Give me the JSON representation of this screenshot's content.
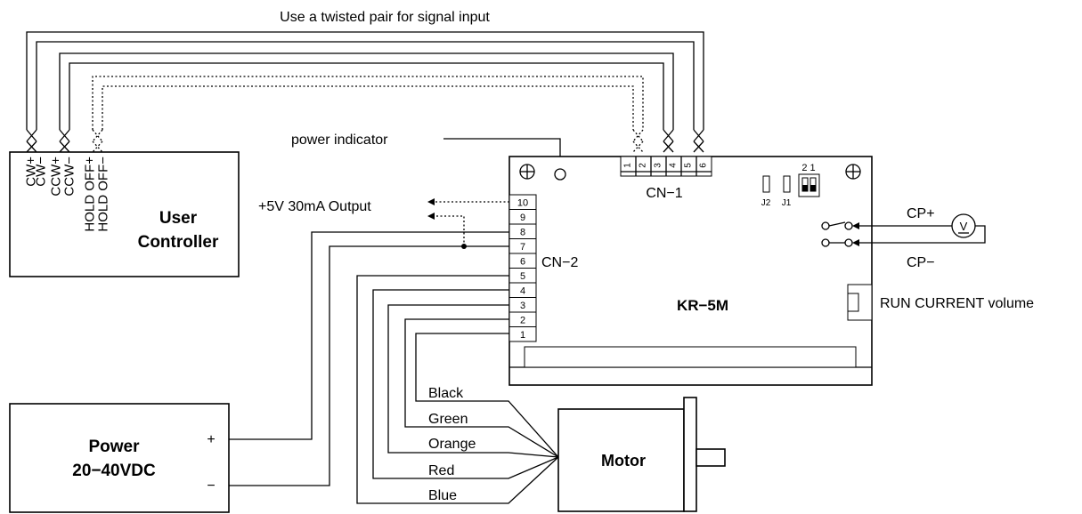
{
  "title": "Use a twisted pair for signal input",
  "user_controller": {
    "label_line1": "User",
    "label_line2": "Controller",
    "terminals": [
      "CW+",
      "CW−",
      "CCW+",
      "CCW−",
      "HOLD OFF+",
      "HOLD OFF−"
    ]
  },
  "power_supply": {
    "label_line1": "Power",
    "label_line2": "20−40VDC",
    "plus": "+",
    "minus": "−"
  },
  "driver": {
    "model": "KR−5M",
    "cn1_label": "CN−1",
    "cn1_pins": [
      "1",
      "2",
      "3",
      "4",
      "5",
      "6"
    ],
    "cn2_label": "CN−2",
    "cn2_pins": [
      "10",
      "9",
      "8",
      "7",
      "6",
      "5",
      "4",
      "3",
      "2",
      "1"
    ],
    "jumper_j2": "J2",
    "jumper_j1": "J1",
    "switch_numbers": "2 1"
  },
  "annotations": {
    "power_indicator": "power indicator",
    "output": "+5V 30mA Output",
    "run_current": "RUN CURRENT volume",
    "cp_plus": "CP+",
    "cp_minus": "CP−",
    "voltmeter": "V"
  },
  "motor": {
    "label": "Motor",
    "wires": [
      "Black",
      "Green",
      "Orange",
      "Red",
      "Blue"
    ]
  }
}
